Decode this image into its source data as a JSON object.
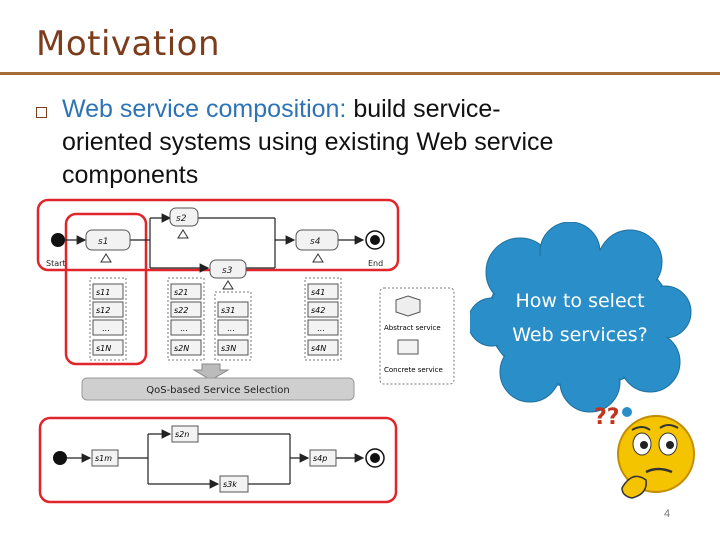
{
  "slide": {
    "title": "Motivation",
    "page_number": "4"
  },
  "bullet": {
    "term": "Web service composition:",
    "rest_line1": " build service-",
    "line2": "oriented systems using existing Web service",
    "line3": "components"
  },
  "figure": {
    "start_label": "Start",
    "end_label": "End",
    "top_workflow": {
      "s1": "s1",
      "s2": "s2",
      "s3": "s3",
      "s4": "s4"
    },
    "candidate_columns": [
      {
        "items": [
          "s11",
          "s12",
          "...",
          "s1N"
        ]
      },
      {
        "items": [
          "s21",
          "s22",
          "...",
          "s2N"
        ]
      },
      {
        "items": [
          "s31",
          "...",
          "s3N"
        ]
      },
      {
        "items": [
          "s41",
          "s42",
          "...",
          "s4N"
        ]
      }
    ],
    "legend": {
      "abstract_label": "Abstract service",
      "concrete_label": "Concrete service"
    },
    "selection_label": "QoS-based Service Selection",
    "bottom_workflow": {
      "s1m": "s1m",
      "s2n": "s2n",
      "s4p": "s4p",
      "s3k": "s3k"
    }
  },
  "callout": {
    "line1": "How to select",
    "line2": "Web services?",
    "fill_color": "#2a8fc9"
  },
  "colors": {
    "title": "#7b3d1c",
    "rule": "#a56d35",
    "highlight": "#2e74b5",
    "red_outline": "#e0262a"
  },
  "decor": {
    "question_marks": "??"
  }
}
